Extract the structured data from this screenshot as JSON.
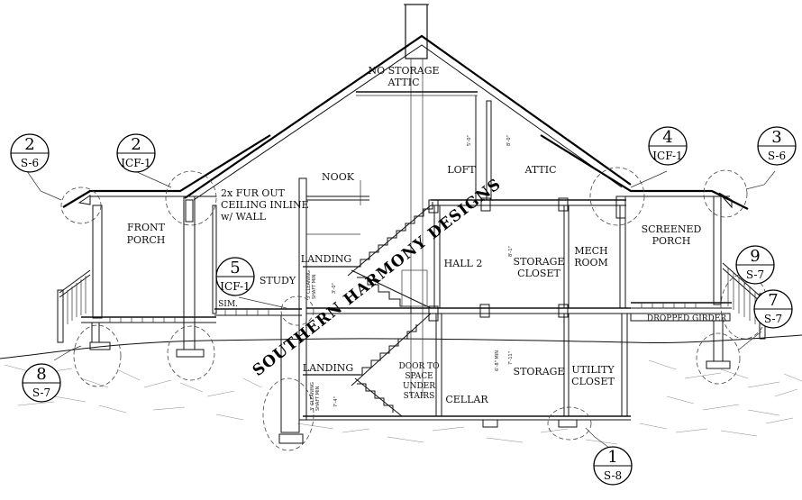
{
  "rooms": {
    "attic_top": [
      "NO STORAGE",
      "ATTIC"
    ],
    "nook": "NOOK",
    "loft": "LOFT",
    "attic": "ATTIC",
    "front_porch": [
      "FRONT",
      "PORCH"
    ],
    "fur_out_note": [
      "2x FUR OUT",
      "CEILING INLINE",
      "w/ WALL"
    ],
    "screened_porch": [
      "SCREENED",
      "PORCH"
    ],
    "study": "STUDY",
    "landing_upper": "LANDING",
    "landing_lower": "LANDING",
    "hall2": "HALL 2",
    "storage_closet": [
      "STORAGE",
      "CLOSET"
    ],
    "mech_room": [
      "MECH",
      "ROOM"
    ],
    "storage": "STORAGE",
    "utility_closet": [
      "UTILITY",
      "CLOSET"
    ],
    "cellar": "CELLAR",
    "door_note": [
      "DOOR TO",
      "SPACE",
      "UNDER",
      "STAIRS"
    ],
    "dropped_girder": "DROPPED GIRDER",
    "sim": "SIM."
  },
  "tags": [
    {
      "num": "2",
      "ref": "S-6"
    },
    {
      "num": "2",
      "ref": "ICF-1"
    },
    {
      "num": "4",
      "ref": "ICF-1"
    },
    {
      "num": "3",
      "ref": "S-6"
    },
    {
      "num": "5",
      "ref": "ICF-1"
    },
    {
      "num": "9",
      "ref": "S-7"
    },
    {
      "num": "7",
      "ref": "S-7"
    },
    {
      "num": "8",
      "ref": "S-7"
    },
    {
      "num": "1",
      "ref": "S-8"
    }
  ],
  "watermark": "SOUTHERN HARMONY DESIGNS",
  "dims": {
    "upper_height": "8'-1\"",
    "lower_height": "7'-11\"",
    "cellar_min": "6'-8\" MIN",
    "loft_h1": "5'-0\"",
    "loft_h2": "8'-0\"",
    "stair_upper": "3'-0\"",
    "stair_lower": "7'-4\""
  },
  "notes": {
    "cleaning_upper": [
      "3' CLEANING",
      "SHAFT MIN"
    ],
    "cleaning_lower": [
      "3' CLEANING",
      "SHAFT MIN"
    ]
  }
}
